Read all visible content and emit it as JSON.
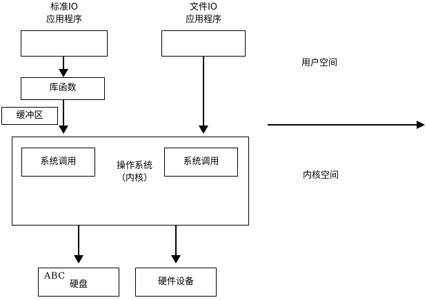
{
  "diagram": {
    "title": "Linux IO architecture: standard IO vs file IO",
    "nodes": {
      "stdio_app_caption": "标准IO\n应用程序",
      "stdio_app_box": "",
      "fileio_app_caption": "文件IO\n应用程序",
      "fileio_app_box": "",
      "lib_function": "库函数",
      "buffer": "缓冲区",
      "syscall_left": "系统调用",
      "syscall_right": "系统调用",
      "os_kernel": "操作系统\n（内核）",
      "disk_abc": "ABC",
      "disk_name": "硬盘",
      "hardware_device": "硬件设备"
    },
    "space_labels": {
      "user_space": "用户空间",
      "kernel_space": "内核空间"
    },
    "colors": {
      "stroke": "#000000",
      "fill": "#ffffff",
      "text": "#000000"
    }
  }
}
